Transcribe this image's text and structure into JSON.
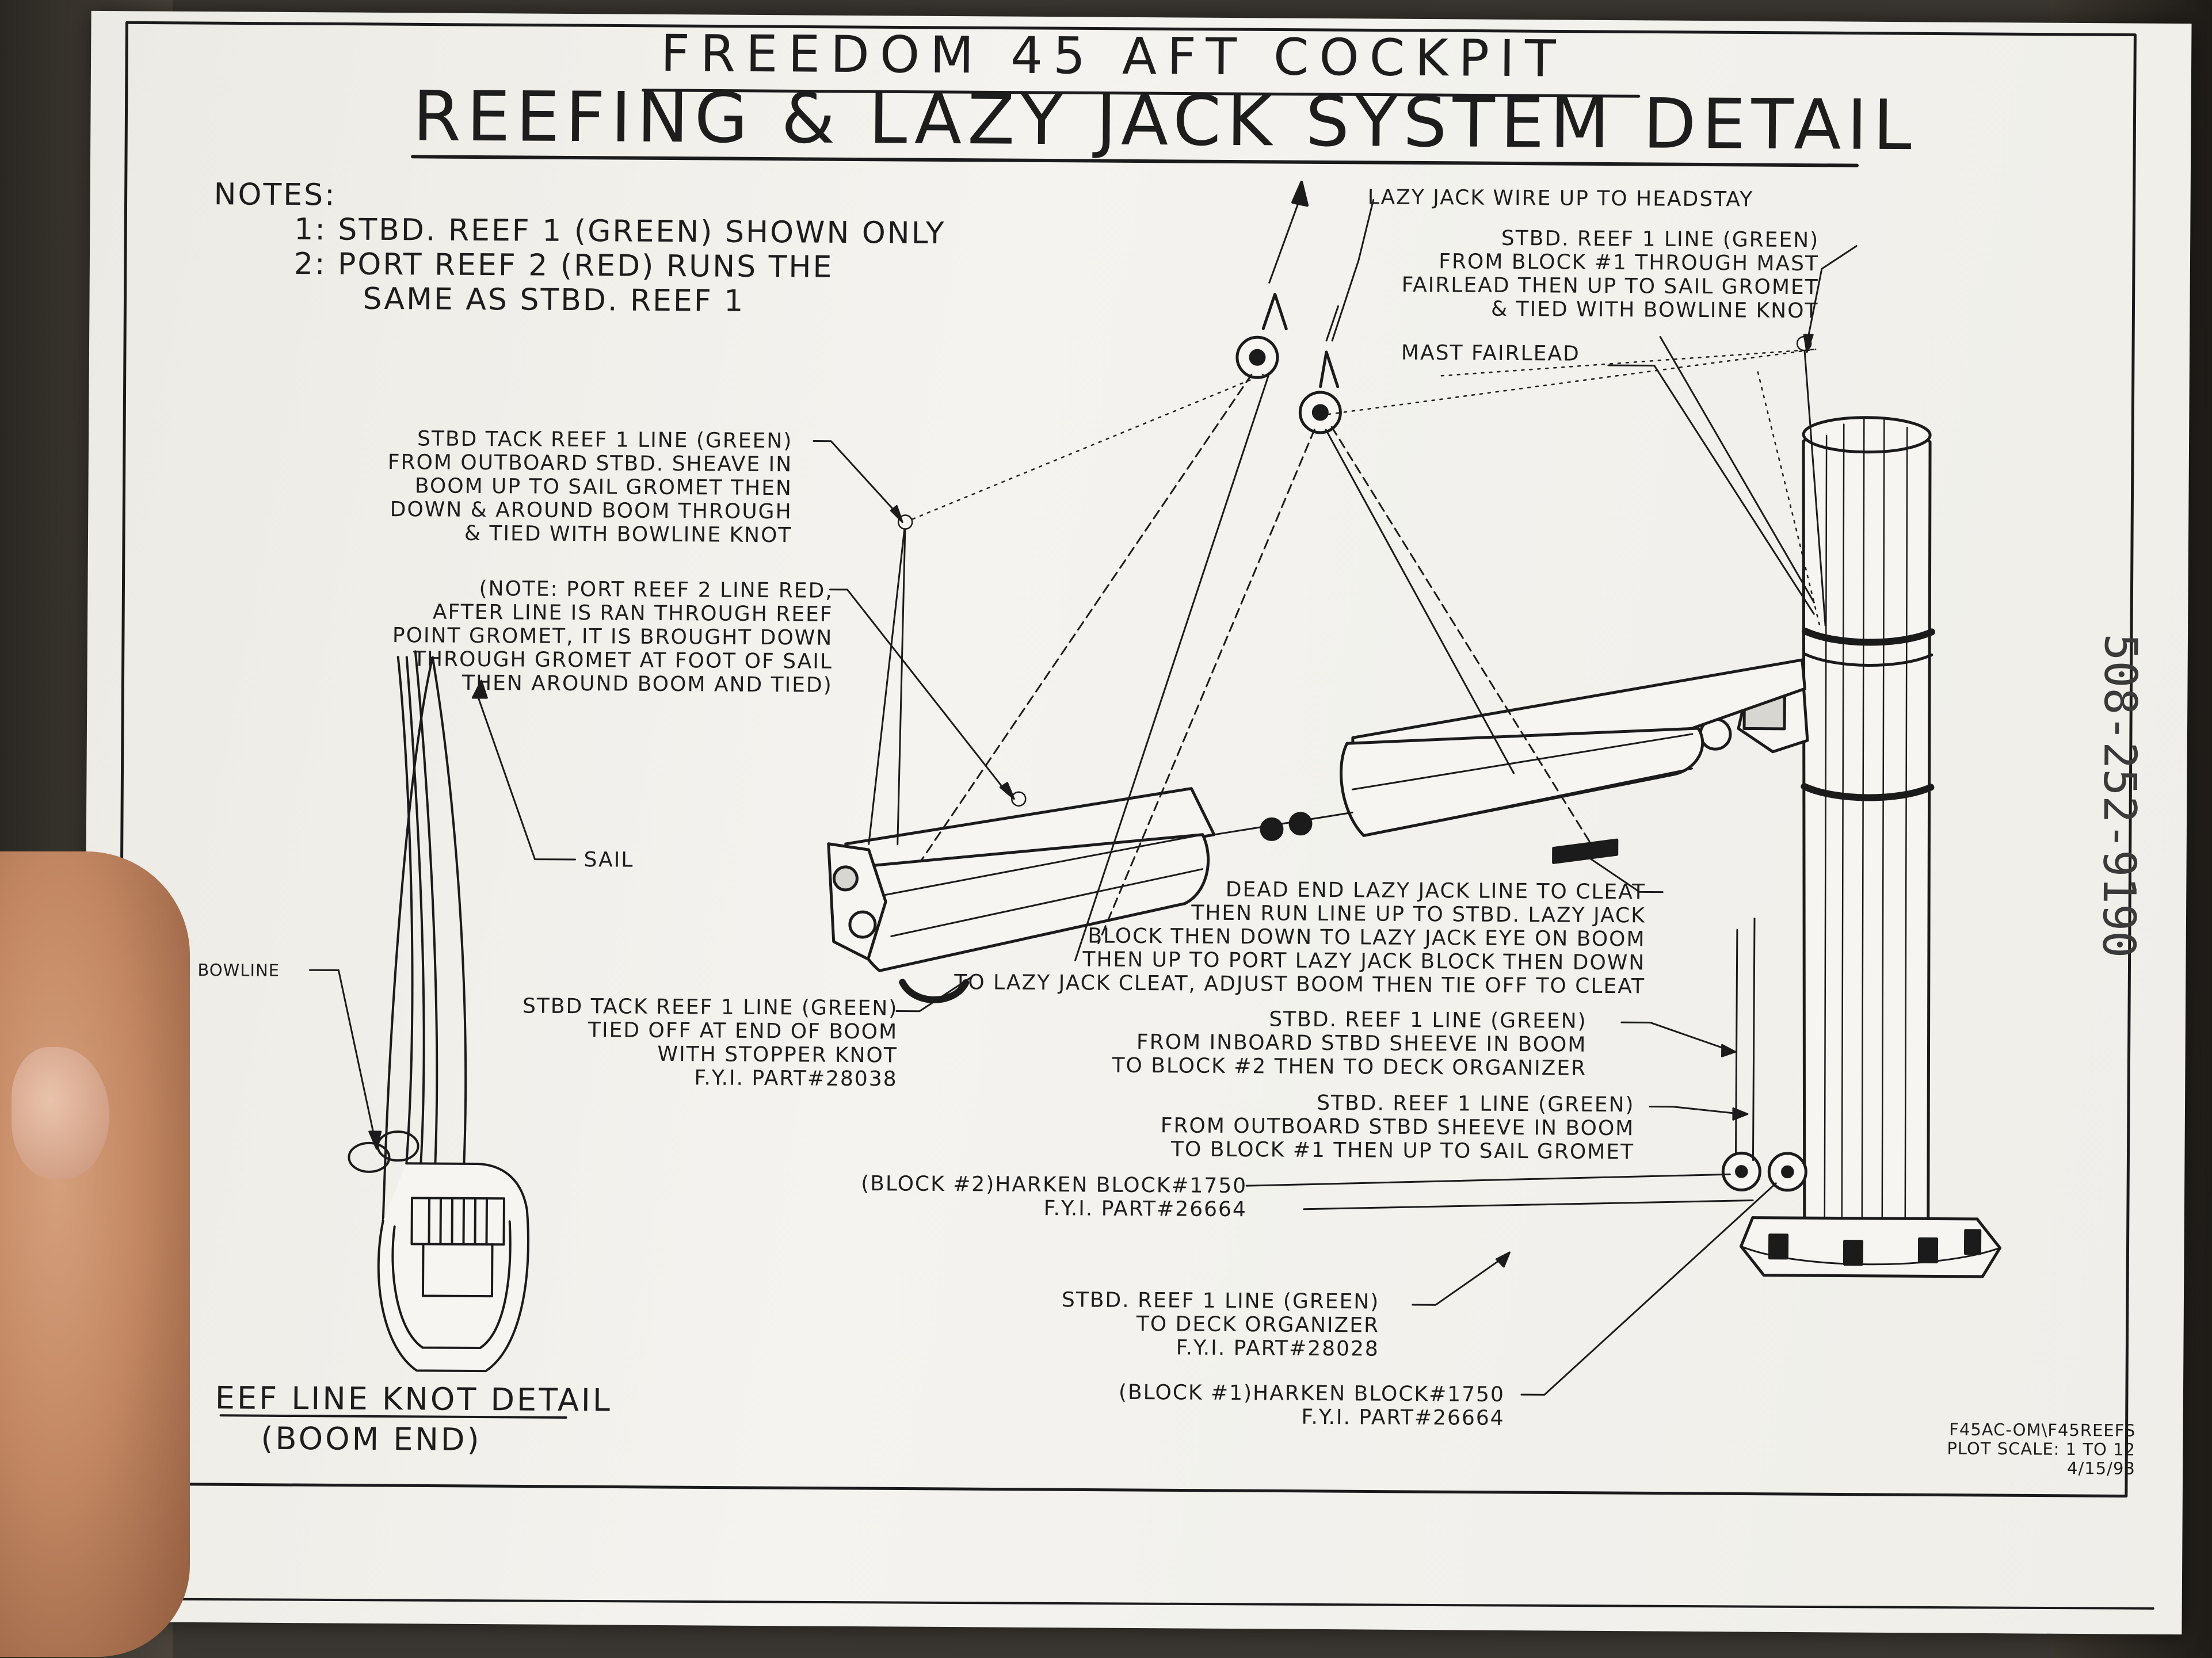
{
  "title_top": "FREEDOM 45 AFT COCKPIT",
  "title_main": "REEFING & LAZY JACK SYSTEM DETAIL",
  "notes": {
    "heading": "NOTES:",
    "note1": "1: STBD. REEF 1 (GREEN) SHOWN ONLY",
    "note2": "2: PORT REEF 2 (RED) RUNS THE",
    "note2b": "SAME AS STBD. REEF 1"
  },
  "labels": {
    "lazy_jack_wire": "LAZY JACK WIRE UP TO HEADSTAY",
    "stbd_reef_mast": "STBD. REEF 1 LINE (GREEN)\nFROM BLOCK #1 THROUGH MAST\nFAIRLEAD THEN UP TO SAIL GROMET\n& TIED WITH BOWLINE KNOT",
    "mast_fairlead": "MAST FAIRLEAD",
    "stbd_tack_up": "STBD TACK REEF 1 LINE (GREEN)\nFROM OUTBOARD STBD. SHEAVE IN\nBOOM UP TO SAIL GROMET THEN\nDOWN & AROUND BOOM THROUGH\n& TIED WITH BOWLINE KNOT",
    "port_note": "(NOTE: PORT REEF 2 LINE RED,\nAFTER LINE IS RAN THROUGH REEF\nPOINT GROMET, IT IS BROUGHT DOWN\nTHROUGH GROMET AT FOOT OF SAIL\nTHEN AROUND BOOM AND TIED)",
    "sail": "SAIL",
    "bowline": "BOWLINE",
    "dead_end": "DEAD END LAZY JACK LINE TO CLEAT\nTHEN RUN LINE UP TO STBD. LAZY JACK\nBLOCK THEN DOWN TO LAZY JACK EYE ON BOOM\nTHEN UP TO PORT LAZY JACK BLOCK THEN DOWN\nTO LAZY JACK CLEAT, ADJUST BOOM THEN TIE OFF TO CLEAT",
    "stbd_tack_tied": "STBD TACK REEF 1 LINE (GREEN)\nTIED OFF AT END OF BOOM\nWITH STOPPER KNOT\nF.Y.I. PART#28038",
    "inboard_sheave": "STBD. REEF 1 LINE (GREEN)\nFROM INBOARD STBD SHEEVE IN BOOM\nTO BLOCK #2 THEN TO DECK ORGANIZER",
    "outboard_sheave": "STBD. REEF 1 LINE (GREEN)\nFROM OUTBOARD STBD SHEEVE IN BOOM\nTO BLOCK #1 THEN UP TO SAIL GROMET",
    "block2": "(BLOCK #2)HARKEN BLOCK#1750\nF.Y.I. PART#26664",
    "deck_organizer": "STBD. REEF 1 LINE (GREEN)\nTO DECK ORGANIZER\nF.Y.I. PART#28028",
    "block1": "(BLOCK #1)HARKEN BLOCK#1750\nF.Y.I. PART#26664",
    "knot_detail_1": "EEF LINE KNOT DETAIL",
    "knot_detail_2": "(BOOM END)",
    "plot_info": "F45AC-OM\\F45REEFS\nPLOT SCALE: 1 TO 12\n4/15/93",
    "handwritten": "508-252-9190"
  }
}
